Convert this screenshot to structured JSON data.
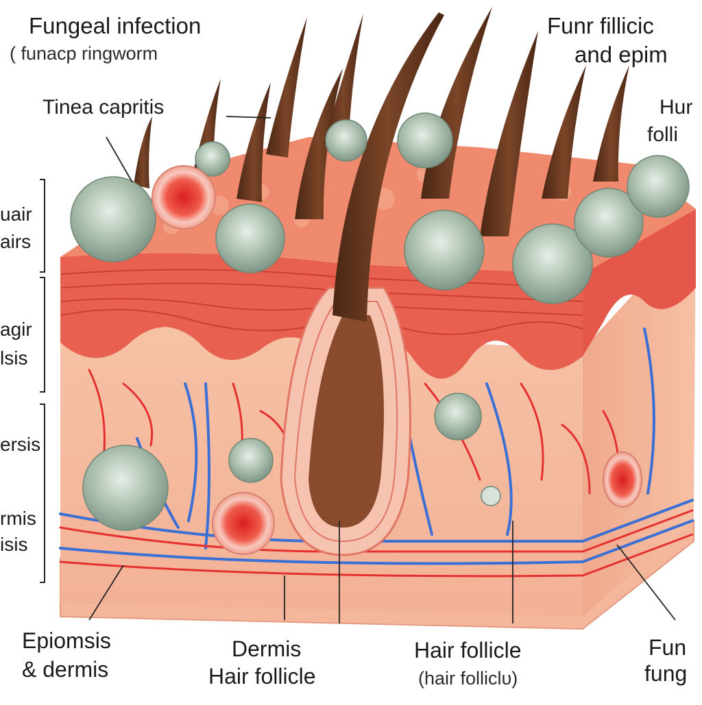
{
  "labels": {
    "title_left": "Fungeal infection",
    "subtitle_left": "( funacp ringworm",
    "tinea": "Tinea capritis",
    "title_right_1": "Funr fillicic",
    "title_right_2": "and epim",
    "right_hair_1": "Hur",
    "right_hair_2": "folli",
    "side_1a": "uair",
    "side_1b": "airs",
    "side_2a": "agir",
    "side_2b": "lsis",
    "side_3": "ersis",
    "side_4a": "rmis",
    "side_4b": "isis",
    "bottom_epi_1": "Epiomsis",
    "bottom_epi_2": "& dermis",
    "bottom_dermis_1": "Dermis",
    "bottom_dermis_2": "Hair follicle",
    "bottom_follicle_1": "Hair follicle",
    "bottom_follicle_2": "(hair folliclυ)",
    "bottom_fung_1": "Fun",
    "bottom_fung_2": "fung"
  },
  "colors": {
    "epidermis": "#e8604f",
    "dermis": "#f4b79b",
    "hair": "#6b3a22",
    "artery": "#e53030",
    "vein": "#3a6fd6",
    "fungus": "#9fb5a4",
    "lesion": "#e33b3b"
  }
}
